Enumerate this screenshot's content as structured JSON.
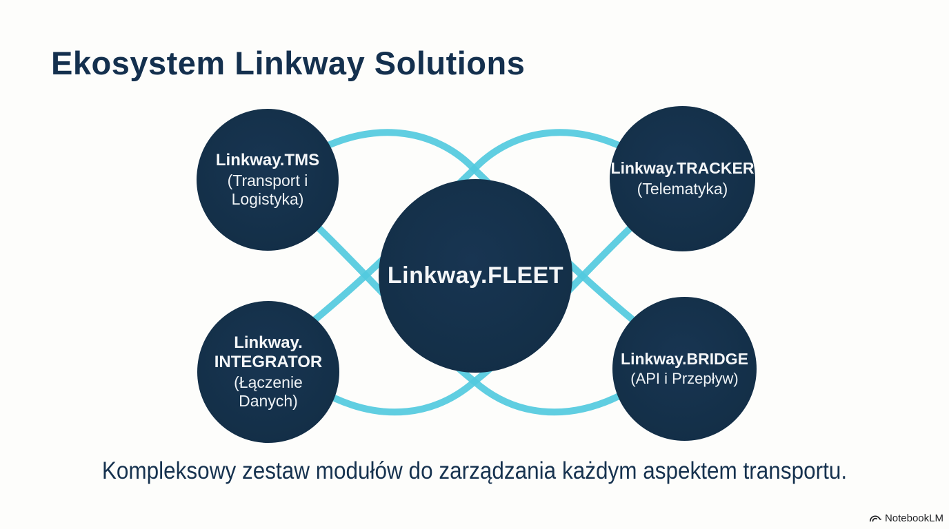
{
  "title": "Ekosystem Linkway Solutions",
  "diagram": {
    "center": {
      "name_lines": [
        "Linkway.FLEET"
      ]
    },
    "nodes": [
      {
        "id": "tms",
        "name_lines": [
          "Linkway.TMS"
        ],
        "subtitle_lines": [
          "(Transport i",
          "Logistyka)"
        ]
      },
      {
        "id": "tracker",
        "name_lines": [
          "Linkway.TRACKER"
        ],
        "subtitle_lines": [
          "(Telematyka)"
        ]
      },
      {
        "id": "integrator",
        "name_lines": [
          "Linkway.",
          "INTEGRATOR"
        ],
        "subtitle_lines": [
          "(Łączenie",
          "Danych)"
        ]
      },
      {
        "id": "bridge",
        "name_lines": [
          "Linkway.BRIDGE"
        ],
        "subtitle_lines": [
          "(API i Przepływ)"
        ]
      }
    ],
    "colors": {
      "node_fill": "#143049",
      "connector": "#52cade",
      "title_text": "#14304e",
      "node_text": "#f4f6f8",
      "background": "#fdfdfb"
    }
  },
  "caption": "Kompleksowy zestaw modułów do zarządzania każdym aspektem transportu.",
  "watermark": {
    "label": "NotebookLM",
    "icon": "notebooklm-logo-icon"
  }
}
